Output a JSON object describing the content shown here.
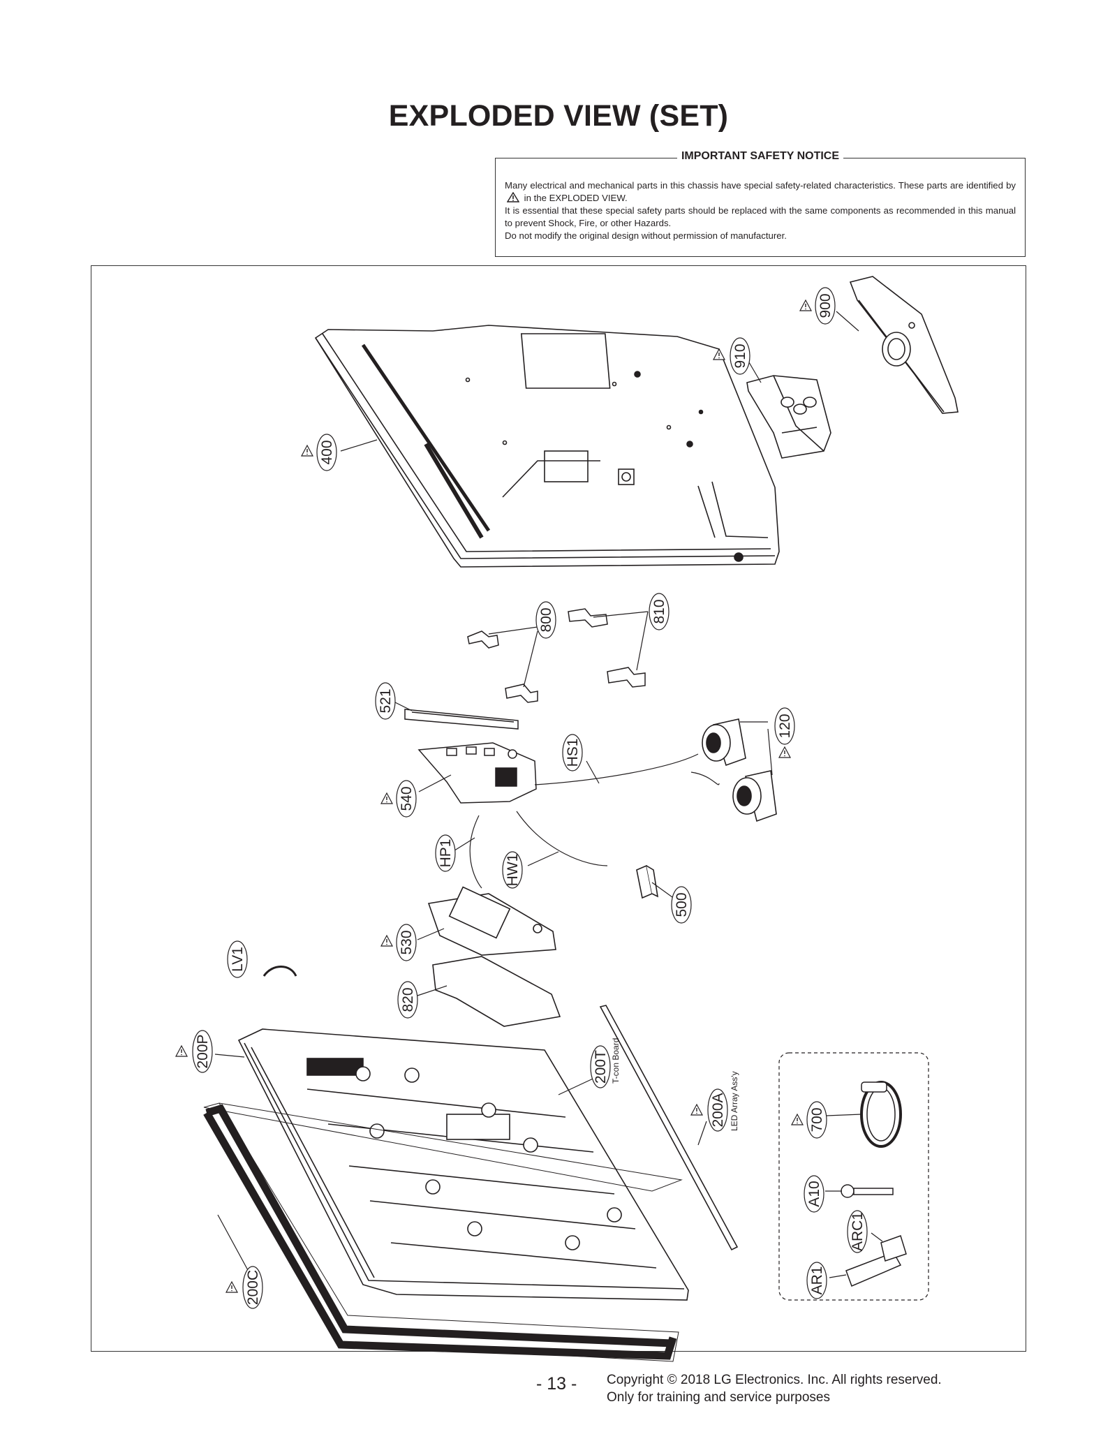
{
  "page": {
    "title": "EXPLODED VIEW (SET)",
    "page_number": "- 13 -"
  },
  "notice": {
    "title": "IMPORTANT SAFETY NOTICE",
    "line1_a": "Many electrical and mechanical parts in this chassis have special safety-related characteristics. These parts are identified by",
    "line1_b": "in the EXPLODED VIEW.",
    "line2": "It is essential that these special safety parts should be replaced with the same components as recommended in this manual to prevent Shock, Fire, or other Hazards.",
    "line3": "Do not modify the original design without permission of manufacturer."
  },
  "callouts": {
    "p900": "900",
    "p910": "910",
    "p400": "400",
    "p800": "800",
    "p810": "810",
    "p521": "521",
    "p120": "120",
    "pHS1": "HS1",
    "p540": "540",
    "pHP1": "HP1",
    "pHW1": "HW1",
    "p500": "500",
    "p530": "530",
    "pLV1": "LV1",
    "p820": "820",
    "p200P": "200P",
    "p200T": "200T",
    "p200A": "200A",
    "p200C": "200C",
    "p700": "700",
    "pA10": "A10",
    "pARC1": "ARC1",
    "pAR1": "AR1"
  },
  "labels": {
    "tcon": "T-con Board",
    "led": "LED Array Ass'y"
  },
  "footer": {
    "copyright": "Copyright  © 2018 LG Electronics. Inc. All rights reserved.",
    "purpose": "Only for training and service purposes"
  },
  "icons": {
    "safety": "warning-triangle-icon"
  }
}
